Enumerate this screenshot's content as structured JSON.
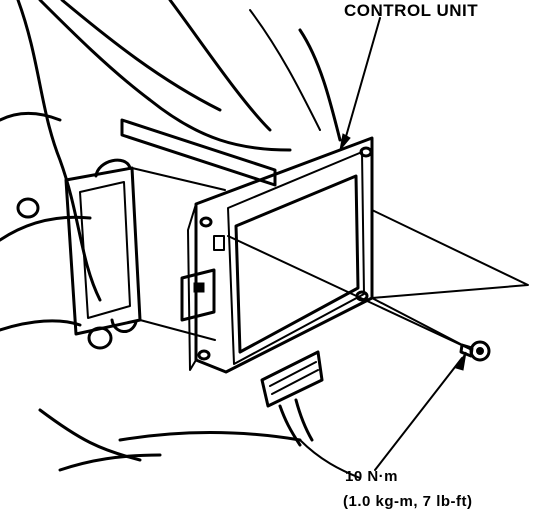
{
  "labels": {
    "control_unit": "CONTROL UNIT",
    "torque_line1": "10 N·m",
    "torque_line2": "(1.0 kg-m, 7 lb-ft)"
  },
  "colors": {
    "ink": "#000000",
    "paper": "#ffffff"
  }
}
